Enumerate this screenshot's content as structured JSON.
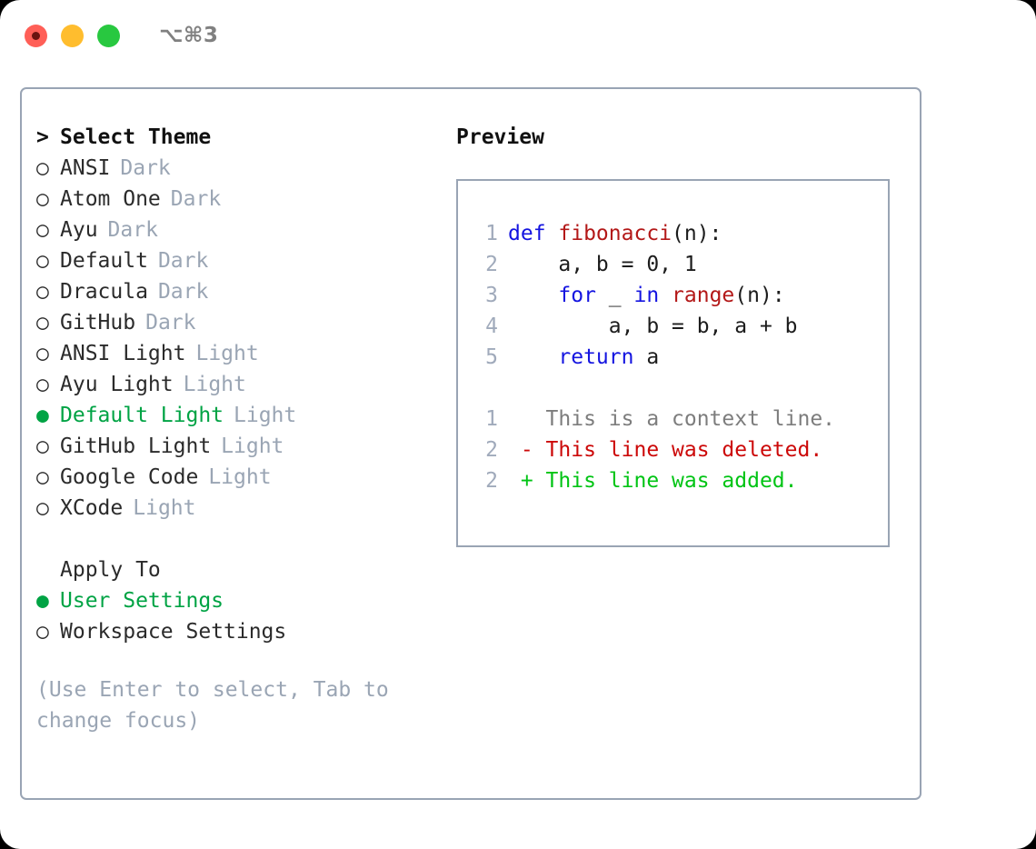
{
  "window": {
    "shortcut": "⌥⌘3",
    "traffic_lights": [
      {
        "name": "close",
        "color": "#ff5f57"
      },
      {
        "name": "minimize",
        "color": "#ffbd2e"
      },
      {
        "name": "zoom",
        "color": "#28c840"
      }
    ]
  },
  "theme_pane": {
    "header": "Select Theme",
    "header_marker": ">",
    "marker_unselected": "○",
    "marker_selected": "●",
    "accent_color": "#00a344",
    "items": [
      {
        "label": "ANSI",
        "kind": "Dark",
        "selected": false
      },
      {
        "label": "Atom One",
        "kind": "Dark",
        "selected": false
      },
      {
        "label": "Ayu",
        "kind": "Dark",
        "selected": false
      },
      {
        "label": "Default",
        "kind": "Dark",
        "selected": false
      },
      {
        "label": "Dracula",
        "kind": "Dark",
        "selected": false
      },
      {
        "label": "GitHub",
        "kind": "Dark",
        "selected": false
      },
      {
        "label": "ANSI Light",
        "kind": "Light",
        "selected": false
      },
      {
        "label": "Ayu Light",
        "kind": "Light",
        "selected": false
      },
      {
        "label": "Default Light",
        "kind": "Light",
        "selected": true
      },
      {
        "label": "GitHub Light",
        "kind": "Light",
        "selected": false
      },
      {
        "label": "Google Code",
        "kind": "Light",
        "selected": false
      },
      {
        "label": "XCode",
        "kind": "Light",
        "selected": false
      }
    ]
  },
  "apply_to": {
    "header": "Apply To",
    "options": [
      {
        "label": "User Settings",
        "selected": true
      },
      {
        "label": "Workspace Settings",
        "selected": false
      }
    ]
  },
  "hint": "(Use Enter to select, Tab to change focus)",
  "preview": {
    "title": "Preview",
    "code": [
      {
        "lineno": "1",
        "tokens": [
          {
            "t": "def ",
            "c": "kw"
          },
          {
            "t": "fibonacci",
            "c": "fn"
          },
          {
            "t": "(n):",
            "c": "code-text"
          }
        ]
      },
      {
        "lineno": "2",
        "tokens": [
          {
            "t": "    a, b = 0, 1",
            "c": "code-text"
          }
        ]
      },
      {
        "lineno": "3",
        "tokens": [
          {
            "t": "    ",
            "c": "code-text"
          },
          {
            "t": "for",
            "c": "kw"
          },
          {
            "t": " _ ",
            "c": "code-text"
          },
          {
            "t": "in",
            "c": "kw"
          },
          {
            "t": " ",
            "c": "code-text"
          },
          {
            "t": "range",
            "c": "fn"
          },
          {
            "t": "(n):",
            "c": "code-text"
          }
        ]
      },
      {
        "lineno": "4",
        "tokens": [
          {
            "t": "        a, b = b, a + b",
            "c": "code-text"
          }
        ]
      },
      {
        "lineno": "5",
        "tokens": [
          {
            "t": "    ",
            "c": "code-text"
          },
          {
            "t": "return",
            "c": "kw"
          },
          {
            "t": " a",
            "c": "code-text"
          }
        ]
      }
    ],
    "diff": [
      {
        "lineno": "1",
        "sign": " ",
        "text": "This is a context line.",
        "kind": "diff-ctx"
      },
      {
        "lineno": "2",
        "sign": "-",
        "text": "This line was deleted.",
        "kind": "diff-del"
      },
      {
        "lineno": "2",
        "sign": "+",
        "text": "This line was added.",
        "kind": "diff-add"
      }
    ]
  }
}
